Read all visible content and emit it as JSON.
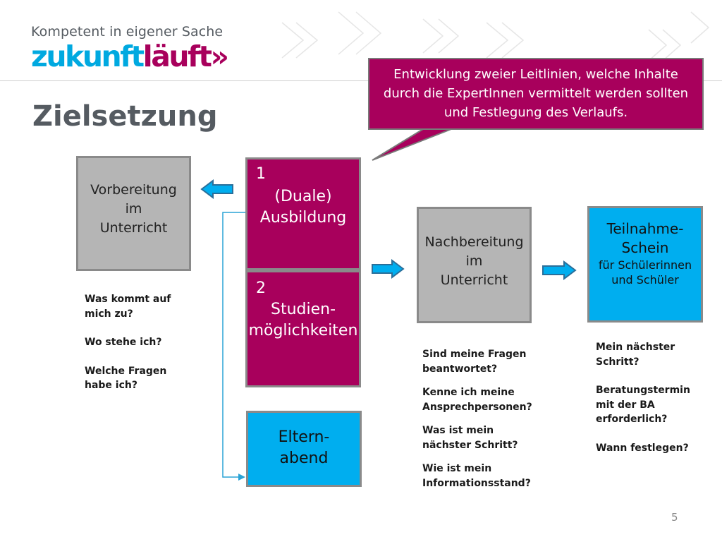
{
  "header": {
    "tagline": "Kompetent in eigener Sache",
    "brand_part1": "zukunft",
    "brand_part2": "läuft»"
  },
  "title": "Zielsetzung",
  "callout": {
    "text_line1": "Entwicklung zweier Leitlinien, welche Inhalte",
    "text_line2": "durch die ExpertInnen vermittelt werden sollten",
    "text_line3": "und Festlegung des Verlaufs."
  },
  "boxes": {
    "vorbereitung": {
      "line1": "Vorbereitung",
      "line2": "im",
      "line3": "Unterricht"
    },
    "ausbildung": {
      "number": "1",
      "line1": "(Duale)",
      "line2": "Ausbildung"
    },
    "studium": {
      "number": "2",
      "line1": "Studien-",
      "line2": "möglichkeiten"
    },
    "eltern": {
      "line1": "Eltern-",
      "line2": "abend"
    },
    "nachbereitung": {
      "line1": "Nachbereitung",
      "line2": "im",
      "line3": "Unterricht"
    },
    "teilnahme": {
      "line1": "Teilnahme-",
      "line2": "Schein",
      "line3": "für Schülerinnen",
      "line4": "und Schüler"
    }
  },
  "questions_left": [
    {
      "line1": "Was kommt auf",
      "line2": "mich zu?"
    },
    {
      "line1": "Wo stehe ich?",
      "line2": ""
    },
    {
      "line1": "Welche Fragen",
      "line2": "habe ich?"
    }
  ],
  "questions_middle": [
    {
      "line1": "Sind meine Fragen",
      "line2": "beantwortet?"
    },
    {
      "line1": "Kenne ich meine",
      "line2": "Ansprechpersonen?"
    },
    {
      "line1": "Was ist mein",
      "line2": "nächster Schritt?"
    },
    {
      "line1": "Wie ist mein",
      "line2": "Informationsstand?"
    }
  ],
  "questions_right": [
    {
      "line1": "Mein nächster",
      "line2": "Schritt?"
    },
    {
      "line1": "Beratungstermin",
      "line2": "mit der BA",
      "line3": "erforderlich?"
    },
    {
      "line1": "Wann festlegen?",
      "line2": ""
    }
  ],
  "page_number": "5",
  "colors": {
    "magenta": "#a8005c",
    "blue": "#00aeef",
    "gray": "#b5b5b5",
    "title_gray": "#555b61"
  }
}
